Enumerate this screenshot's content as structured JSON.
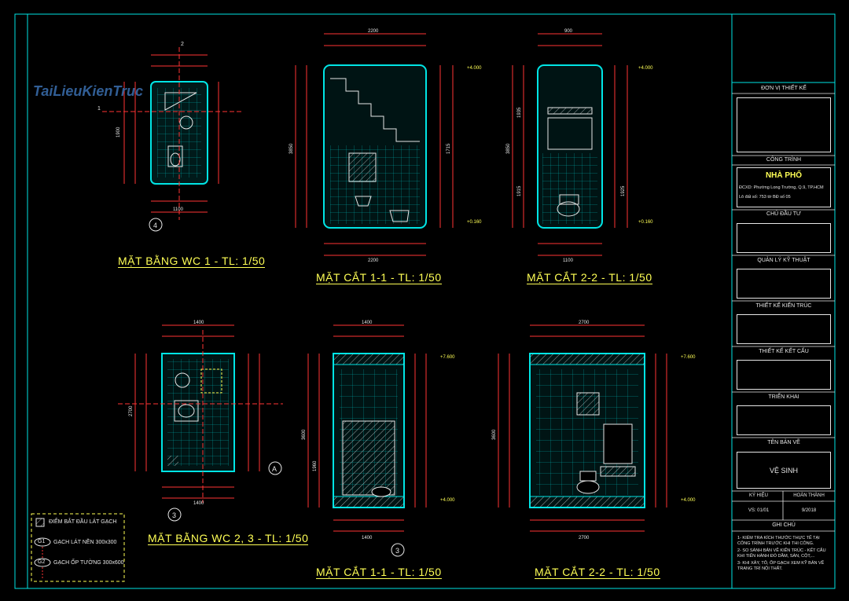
{
  "watermark": "TaiLieuKienTruc",
  "drawings": {
    "wc1_plan_title": "MẶT BẰNG WC 1 - TL: 1/50",
    "wc1_section11_title": "MẶT CẮT 1-1 - TL: 1/50",
    "wc1_section22_title": "MẶT CẮT 2-2 - TL: 1/50",
    "wc23_plan_title": "MẶT BẰNG WC 2, 3 - TL: 1/50",
    "wc23_section11_title": "MẶT CẮT 1-1 - TL: 1/50",
    "wc23_section22_title": "MẶT CẮT 2-2 - TL: 1/50",
    "grid_4": "4",
    "grid_3a": "3",
    "grid_3b": "3",
    "grid_A": "A",
    "cut_1": "1",
    "cut_2": "2"
  },
  "levels": {
    "top1": "+4.000",
    "bot1": "+0.160",
    "top2": "+7.600",
    "bot2": "+4.000"
  },
  "dims": {
    "w2200": "2200",
    "w1100": "1100",
    "w1400": "1400",
    "w2700": "2700",
    "w900": "900",
    "h3850": "3850",
    "h3600": "3600",
    "h1935": "1935",
    "h1715": "1715",
    "h1915": "1915",
    "h1925": "1925",
    "h1900": "1900",
    "h1960": "1960"
  },
  "title_block": {
    "designer_unit": "ĐƠN VỊ THIẾT KẾ",
    "project_label": "CÔNG TRÌNH",
    "project_name": "NHÀ PHỐ",
    "address1": "ĐCXD: Phường Long Trường, Q.9, TP.HCM",
    "address2": "Lô đất số: 753 tờ BĐ số 05",
    "owner": "CHỦ ĐẦU TƯ",
    "tech_mgmt": "QUẢN LÝ KỸ THUẬT",
    "arch_design": "THIẾT KẾ KIẾN TRÚC",
    "struct_design": "THIẾT KẾ KẾT CẤU",
    "deploy": "TRIỂN KHAI",
    "drawing_name_label": "TÊN BẢN VẼ",
    "drawing_name": "VỆ SINH",
    "symbol_label": "KÝ HIỆU",
    "complete_label": "HOÀN THÀNH",
    "symbol": "VS: 01/01",
    "date": "9/2018",
    "notes_label": "GHI CHÚ",
    "notes": [
      "1- KIỂM TRA KÍCH THƯỚC THỰC TẾ TẠI CÔNG TRÌNH TRƯỚC KHI THI CÔNG.",
      "2- SO SÁNH BẢN VẼ KIẾN TRÚC - KẾT CẤU KHI TIẾN HÀNH ĐỔ DẦM, SÀN, CỘT,...",
      "3- KHI XÂY, TÔ, ỐP GẠCH XEM KỸ BẢN VẼ TRANG TRÍ NỘI THẤT."
    ]
  },
  "legend": {
    "item1": "ĐIỂM BẮT ĐẦU LÁT GẠCH",
    "g1_code": "G1",
    "item2": "GẠCH LÁT NỀN 300x300",
    "g2_code": "G2",
    "item3": "GẠCH ỐP TƯỜNG 300x600"
  },
  "colors": {
    "background": "#000000",
    "frame": "#00e5e5",
    "title": "#ffff55",
    "dimension": "#ff3333",
    "wall": "#00e5e5",
    "text": "#e6e6e6"
  }
}
